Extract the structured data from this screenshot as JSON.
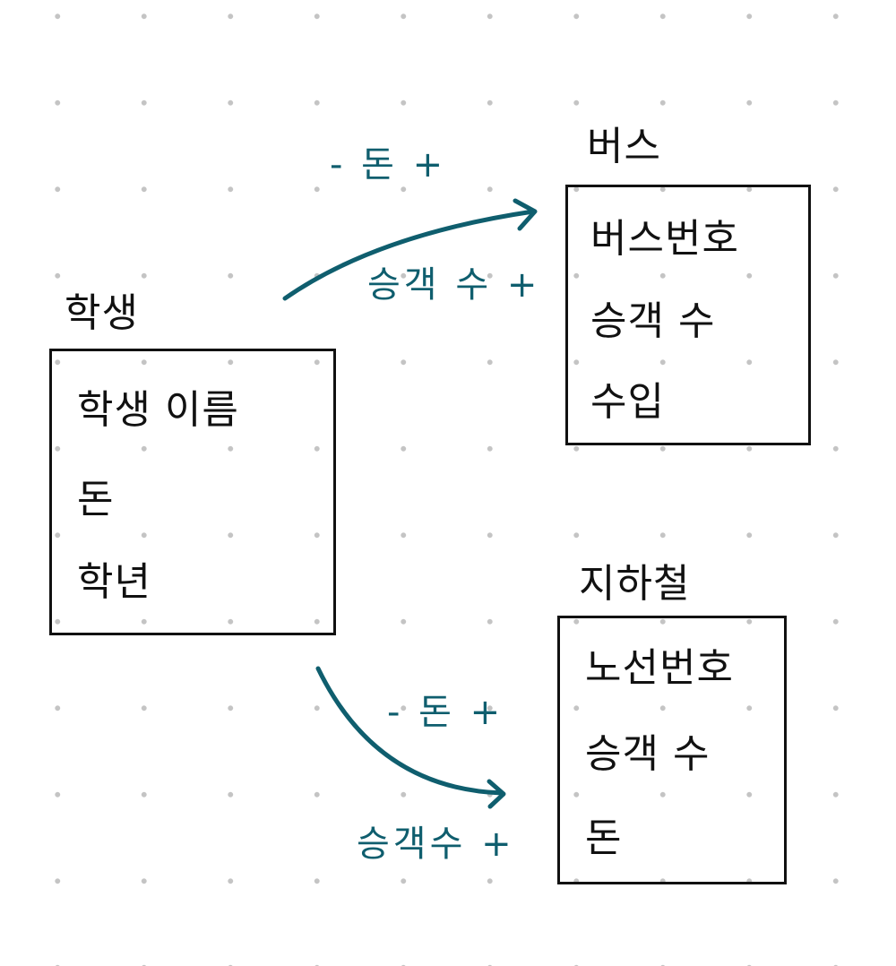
{
  "entities": {
    "student": {
      "title": "학생",
      "fields": [
        "학생 이름",
        "돈",
        "학년"
      ]
    },
    "bus": {
      "title": "버스",
      "fields": [
        "버스번호",
        "승객 수",
        "수입"
      ]
    },
    "subway": {
      "title": "지하철",
      "fields": [
        "노선번호",
        "승객 수",
        "돈"
      ]
    }
  },
  "relations": {
    "to_bus": {
      "top_label": "- 돈 +",
      "bottom_label": "승객 수 +"
    },
    "to_subway": {
      "top_label": "- 돈 +",
      "bottom_label": "승객수 +"
    }
  },
  "colors": {
    "ink": "#111111",
    "arrow": "#0f5e6e",
    "grid_dots": "#c4c4c4"
  }
}
